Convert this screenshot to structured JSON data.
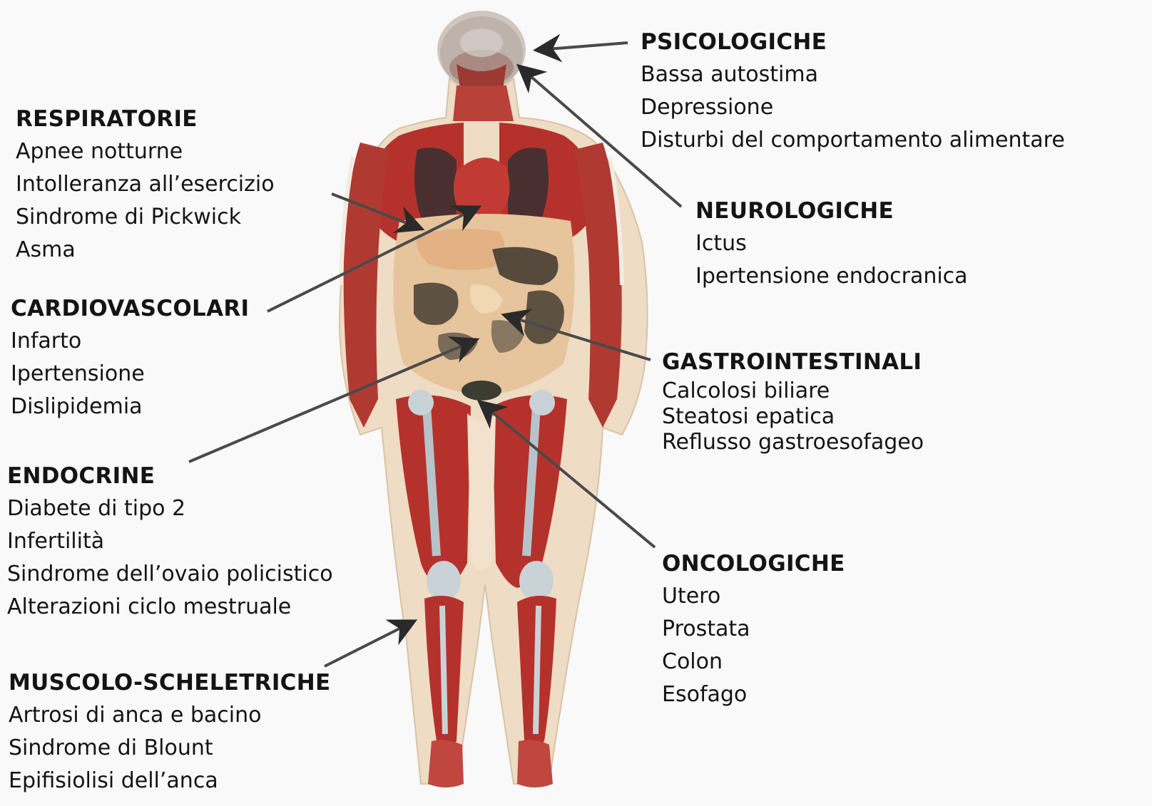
{
  "groups": {
    "respiratorie": {
      "title": "RESPIRATORIE",
      "items": [
        "Apnee notturne",
        "Intolleranza all’esercizio",
        "Sindrome di Pickwick",
        "Asma"
      ]
    },
    "cardiovascolari": {
      "title": "CARDIOVASCOLARI",
      "items": [
        "Infarto",
        "Ipertensione",
        "Dislipidemia"
      ]
    },
    "endocrine": {
      "title": "ENDOCRINE",
      "items": [
        "Diabete di tipo 2",
        "Infertilità",
        "Sindrome dell’ovaio policistico",
        "Alterazioni ciclo mestruale"
      ]
    },
    "muscolo": {
      "title": "MUSCOLO-SCHELETRICHE",
      "items": [
        "Artrosi di anca e bacino",
        "Sindrome di Blount",
        "Epifisiolisi dell’anca"
      ]
    },
    "psicologiche": {
      "title": "PSICOLOGICHE",
      "items": [
        "Bassa autostima",
        "Depressione",
        "Disturbi del comportamento alimentare"
      ]
    },
    "neurologiche": {
      "title": "NEUROLOGICHE",
      "items": [
        "Ictus",
        "Ipertensione endocranica"
      ]
    },
    "gastro": {
      "title": "GASTROINTESTINALI",
      "items": [
        "Calcolosi biliare",
        "Steatosi epatica",
        "Reflusso gastroesofageo"
      ]
    },
    "oncologiche": {
      "title": "ONCOLOGICHE",
      "items": [
        "Utero",
        "Prostata",
        "Colon",
        "Esofago"
      ]
    }
  },
  "colors": {
    "muscle": "#b5322c",
    "skin": "#f2e3cf",
    "fat": "#e9cda6",
    "arrow": "#4a4a4a",
    "text": "#141414"
  }
}
